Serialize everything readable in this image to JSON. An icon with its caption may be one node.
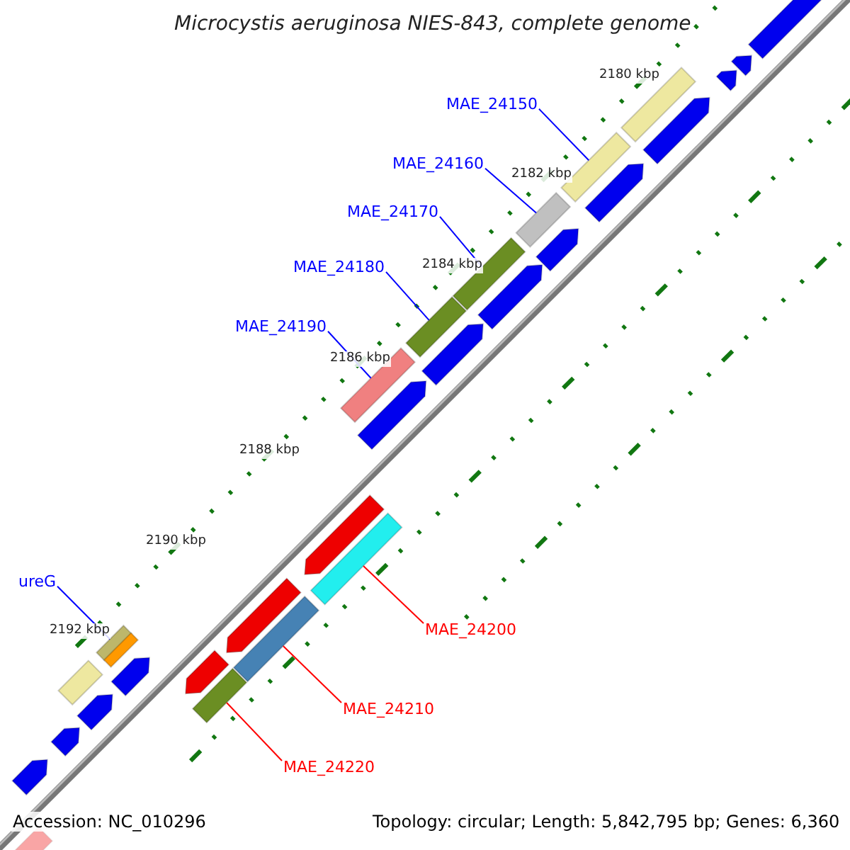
{
  "diagram": {
    "title": "Microcystis aeruginosa NIES-843, complete genome",
    "nodes": [
      {
        "text": [
          "MAE_24150"
        ]
      },
      {
        "text": [
          "MAE_24160"
        ]
      },
      {
        "text": [
          "MAE_24170"
        ]
      },
      {
        "text": [
          "MAE_24180"
        ]
      },
      {
        "text": [
          "MAE_24190"
        ]
      },
      {
        "text": [
          "ureG"
        ]
      },
      {
        "text": [
          "MAE_24200"
        ]
      },
      {
        "text": [
          "MAE_24210"
        ]
      },
      {
        "text": [
          "MAE_24220"
        ]
      },
      {
        "text": [],
        "shape": "bar"
      },
      {
        "text": [],
        "shape": "bar"
      },
      {
        "text": [],
        "shape": "bar"
      },
      {
        "text": [],
        "shape": "bar"
      },
      {
        "text": [],
        "shape": "bar"
      },
      {
        "text": [],
        "shape": "bar"
      },
      {
        "text": [],
        "shape": "bar"
      },
      {
        "text": [],
        "shape": "bar"
      },
      {
        "text": [],
        "shape": "bar"
      },
      {
        "text": [],
        "shape": "arrow"
      },
      {
        "text": [],
        "shape": "arrow"
      },
      {
        "text": [],
        "shape": "arrow"
      },
      {
        "text": [],
        "shape": "bar"
      },
      {
        "text": [],
        "shape": "arrow"
      },
      {
        "text": [],
        "shape": "arrow"
      },
      {
        "text": [],
        "shape": "arrow"
      },
      {
        "text": [],
        "shape": "arrow"
      },
      {
        "text": [],
        "shape": "arrow"
      },
      {
        "text": [],
        "shape": "arrow"
      },
      {
        "text": [],
        "shape": "arrow"
      },
      {
        "text": [],
        "shape": "arrow"
      },
      {
        "text": [],
        "shape": "bar"
      },
      {
        "text": [],
        "shape": "arrow"
      },
      {
        "text": [],
        "shape": "arrow"
      },
      {
        "text": [],
        "shape": "bar"
      },
      {
        "text": [],
        "shape": "arrow"
      },
      {
        "text": [],
        "shape": "arrow"
      },
      {
        "text": [],
        "shape": "arrow"
      },
      {
        "text": [],
        "shape": "arrow"
      }
    ],
    "edges": [
      {
        "from": 0,
        "to": 9,
        "arrow": "none"
      },
      {
        "from": 1,
        "to": 10,
        "arrow": "none"
      },
      {
        "from": 2,
        "to": 11,
        "arrow": "none"
      },
      {
        "from": 3,
        "to": 12,
        "arrow": "none"
      },
      {
        "from": 4,
        "to": 13,
        "arrow": "none"
      },
      {
        "from": 5,
        "to": 16,
        "arrow": "none"
      },
      {
        "from": 6,
        "to": 14,
        "arrow": "none",
        "color": "#ff0000"
      },
      {
        "from": 7,
        "to": 15,
        "arrow": "none",
        "color": "#ff0000"
      },
      {
        "from": 8,
        "to": 17,
        "arrow": "none",
        "color": "#ff0000"
      }
    ],
    "labels": [
      "2180 kbp",
      "2182 kbp",
      "2184 kbp",
      "2186 kbp",
      "2188 kbp",
      "2190 kbp",
      "2192 kbp",
      "Accession: NC_010296",
      "Topology: circular; Length: 5,842,795 bp; Genes: 6,360"
    ]
  }
}
